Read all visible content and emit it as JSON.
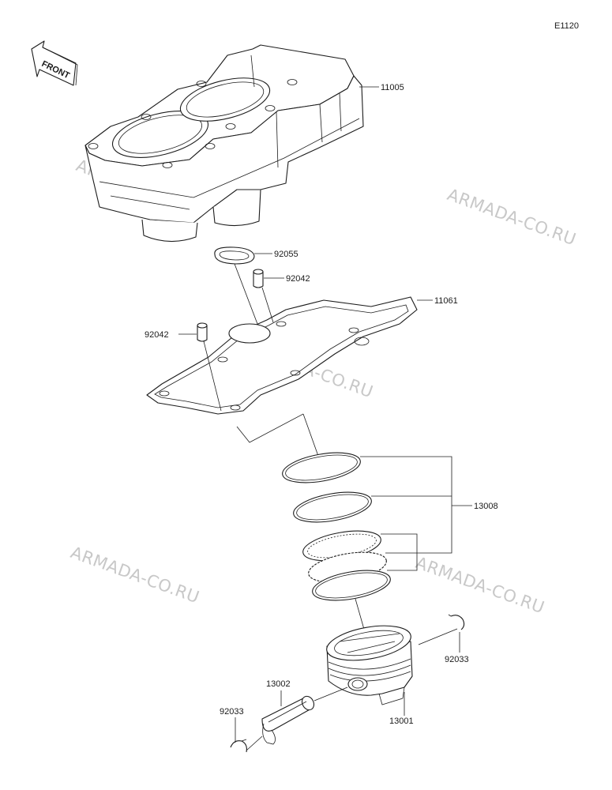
{
  "diagram_code": "E1120",
  "front_label": "FRONT",
  "watermark_text": "ARMADA-CO.RU",
  "parts": {
    "cylinder": "11005",
    "oring": "92055",
    "dowel_upper": "92042",
    "gasket": "11061",
    "dowel_left": "92042",
    "rings": "13008",
    "circlip_right": "92033",
    "pin": "13002",
    "piston": "13001",
    "circlip_left": "92033"
  },
  "colors": {
    "line": "#1c1c1c",
    "watermark": "#c8c8c8",
    "background": "#ffffff"
  }
}
